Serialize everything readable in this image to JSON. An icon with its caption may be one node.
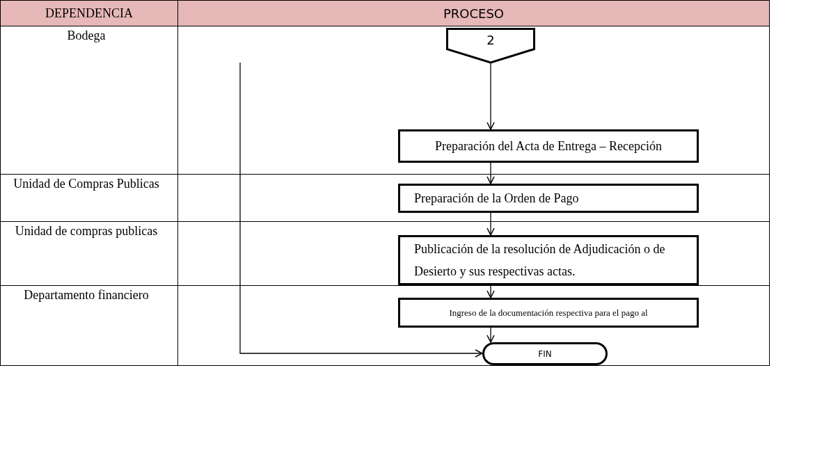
{
  "diagram": {
    "nodes": [
      {
        "text": [
          "2"
        ]
      },
      {
        "text": [
          "Preparación del Acta de Entrega – Recepción"
        ]
      },
      {
        "text": [
          "Preparación de la Orden de Pago"
        ]
      },
      {
        "text": [
          "Publicación de la resolución de Adjudicación o de Desierto y sus respectivas actas."
        ]
      },
      {
        "text": [
          "Ingreso de la documentación respectiva para el pago al"
        ]
      },
      {
        "text": [
          "FIN"
        ]
      }
    ],
    "edges": [
      {
        "from": 0,
        "to": 1,
        "arrow": "to"
      },
      {
        "from": 1,
        "to": 2,
        "arrow": "to"
      },
      {
        "from": 2,
        "to": 3,
        "arrow": "to"
      },
      {
        "from": 3,
        "to": 4,
        "arrow": "to"
      },
      {
        "from": 4,
        "to": 5,
        "arrow": "to"
      },
      {
        "from": null,
        "to": 5,
        "arrow": "to"
      }
    ],
    "labels": [
      "DEPENDENCIA",
      "PROCESO",
      "Bodega",
      "Unidad de Compras Publicas",
      "Unidad de compras publicas",
      "Departamento financiero"
    ]
  }
}
